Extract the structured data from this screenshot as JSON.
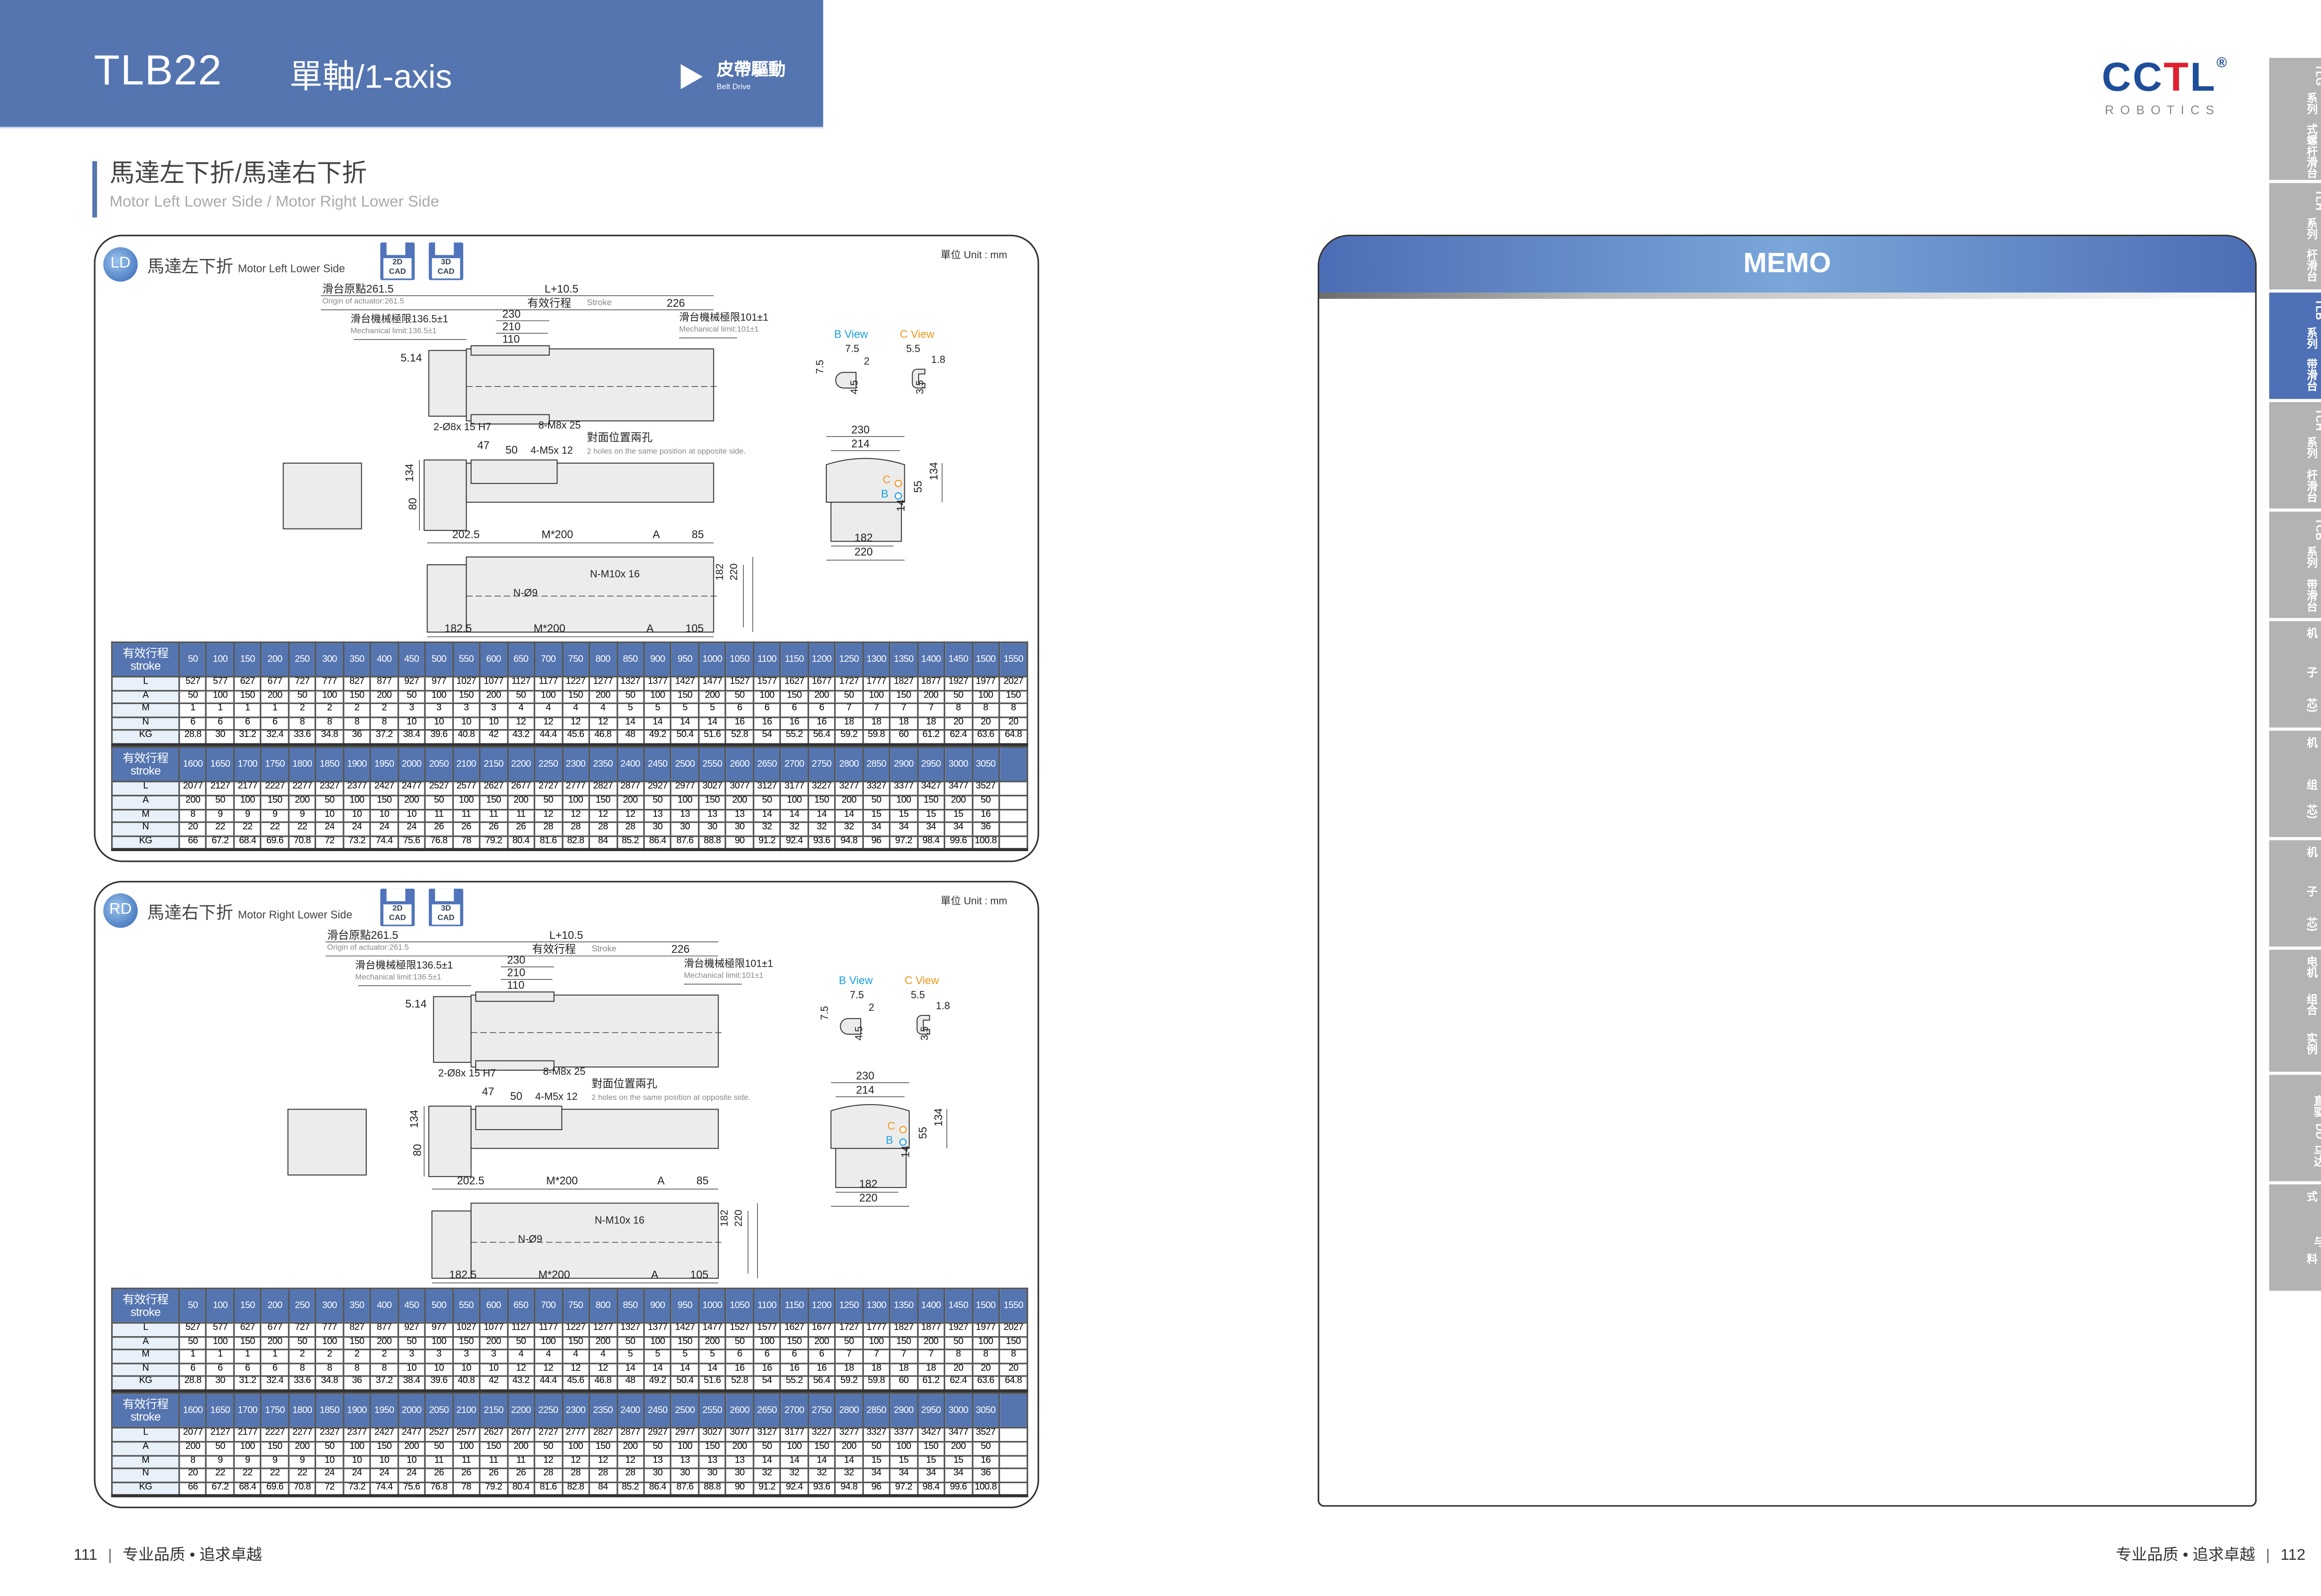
{
  "header": {
    "model": "TLB22",
    "axis": "單軸/1-axis",
    "drive_cn": "皮帶驅動",
    "drive_en": "Belt Drive"
  },
  "section": {
    "title": "馬達左下折/馬達右下折",
    "subtitle": "Motor Left Lower Side / Motor Right Lower Side"
  },
  "panels": [
    {
      "badge": "LD",
      "title_cn": "馬達左下折",
      "title_en": "Motor Left Lower Side"
    },
    {
      "badge": "RD",
      "title_cn": "馬達右下折",
      "title_en": "Motor Right Lower Side"
    }
  ],
  "cad_buttons": [
    {
      "line1": "2D",
      "line2": "CAD"
    },
    {
      "line1": "3D",
      "line2": "CAD"
    }
  ],
  "unit": "單位 Unit : mm",
  "drawing": {
    "labels": {
      "origin_cn": "滑台原點261.5",
      "origin_en": "Origin of actuator:261.5",
      "l_total": "L+10.5",
      "stroke_cn": "有效行程",
      "stroke_en": "Stroke",
      "d226": "226",
      "d230": "230",
      "d210": "210",
      "d110": "110",
      "mech_left_cn": "滑台機械極限136.5±1",
      "mech_left_en": "Mechanical limit:136.5±1",
      "mech_right_cn": "滑台機械極限101±1",
      "mech_right_en": "Mechanical limit:101±1",
      "d514": "5.14",
      "pin_holes": "2-Ø8x 15 H7",
      "tap_m8": "8-M8x 25",
      "opp_cn": "對面位置兩孔",
      "d47": "47",
      "d50": "50",
      "tap_m5": "4-M5x 12",
      "opp_en": "2 holes on the same position at opposite side.",
      "h134": "134",
      "h80": "80",
      "top_2025": "202.5",
      "top_m200": "M*200",
      "top_a": "A",
      "top_85": "85",
      "n_m10": "N-M10x 16",
      "n_d9": "N-Ø9",
      "w182": "182",
      "w220": "220",
      "bot_1825": "182.5",
      "bot_m200": "M*200",
      "bot_a": "A",
      "bot_105": "105",
      "b_view": "B View",
      "c_view": "C View",
      "b_75w": "7.5",
      "b_2": "2",
      "b_75h": "7.5",
      "b_45": "4.5",
      "c_55": "5.5",
      "c_18": "1.8",
      "c_35": "3.5",
      "e_230": "230",
      "e_214": "214",
      "e_134": "134",
      "e_55": "55",
      "e_14": "14",
      "e_182": "182",
      "e_220": "220",
      "e_c": "C",
      "e_b": "B"
    },
    "colors": {
      "b_view": "#1aa0e0",
      "c_view": "#f0961e"
    }
  },
  "spec_table": {
    "header_cn": "有效行程",
    "header_en": "stroke",
    "row_labels": [
      "L",
      "A",
      "M",
      "N",
      "KG"
    ],
    "blocks": [
      {
        "stroke": [
          50,
          100,
          150,
          200,
          250,
          300,
          350,
          400,
          450,
          500,
          550,
          600,
          650,
          700,
          750,
          800,
          850,
          900,
          950,
          1000,
          1050,
          1100,
          1150,
          1200,
          1250,
          1300,
          1350,
          1400,
          1450,
          1500,
          1550
        ],
        "L": [
          527,
          577,
          627,
          677,
          727,
          777,
          827,
          877,
          927,
          977,
          1027,
          1077,
          1127,
          1177,
          1227,
          1277,
          1327,
          1377,
          1427,
          1477,
          1527,
          1577,
          1627,
          1677,
          1727,
          1777,
          1827,
          1877,
          1927,
          1977,
          2027
        ],
        "A": [
          50,
          100,
          150,
          200,
          50,
          100,
          150,
          200,
          50,
          100,
          150,
          200,
          50,
          100,
          150,
          200,
          50,
          100,
          150,
          200,
          50,
          100,
          150,
          200,
          50,
          100,
          150,
          200,
          50,
          100,
          150
        ],
        "M": [
          1,
          1,
          1,
          1,
          2,
          2,
          2,
          2,
          3,
          3,
          3,
          3,
          4,
          4,
          4,
          4,
          5,
          5,
          5,
          5,
          6,
          6,
          6,
          6,
          7,
          7,
          7,
          7,
          8,
          8,
          8
        ],
        "N": [
          6,
          6,
          6,
          6,
          8,
          8,
          8,
          8,
          10,
          10,
          10,
          10,
          12,
          12,
          12,
          12,
          14,
          14,
          14,
          14,
          16,
          16,
          16,
          16,
          18,
          18,
          18,
          18,
          20,
          20,
          20
        ],
        "KG": [
          28.8,
          30,
          31.2,
          32.4,
          33.6,
          34.8,
          36,
          37.2,
          38.4,
          39.6,
          40.8,
          42,
          43.2,
          44.4,
          45.6,
          46.8,
          48,
          49.2,
          50.4,
          51.6,
          52.8,
          54,
          55.2,
          56.4,
          59.2,
          59.8,
          60,
          61.2,
          62.4,
          63.6,
          64.8
        ]
      },
      {
        "stroke": [
          1600,
          1650,
          1700,
          1750,
          1800,
          1850,
          1900,
          1950,
          2000,
          2050,
          2100,
          2150,
          2200,
          2250,
          2300,
          2350,
          2400,
          2450,
          2500,
          2550,
          2600,
          2650,
          2700,
          2750,
          2800,
          2850,
          2900,
          2950,
          3000,
          3050
        ],
        "L": [
          2077,
          2127,
          2177,
          2227,
          2277,
          2327,
          2377,
          2427,
          2477,
          2527,
          2577,
          2627,
          2677,
          2727,
          2777,
          2827,
          2877,
          2927,
          2977,
          3027,
          3077,
          3127,
          3177,
          3227,
          3277,
          3327,
          3377,
          3427,
          3477,
          3527
        ],
        "A": [
          200,
          50,
          100,
          150,
          200,
          50,
          100,
          150,
          200,
          50,
          100,
          150,
          200,
          50,
          100,
          150,
          200,
          50,
          100,
          150,
          200,
          50,
          100,
          150,
          200,
          50,
          100,
          150,
          200,
          50
        ],
        "M": [
          8,
          9,
          9,
          9,
          9,
          10,
          10,
          10,
          10,
          11,
          11,
          11,
          11,
          12,
          12,
          12,
          12,
          13,
          13,
          13,
          13,
          14,
          14,
          14,
          14,
          15,
          15,
          15,
          15,
          16
        ],
        "N": [
          20,
          22,
          22,
          22,
          22,
          24,
          24,
          24,
          24,
          26,
          26,
          26,
          26,
          28,
          28,
          28,
          28,
          30,
          30,
          30,
          30,
          32,
          32,
          32,
          32,
          34,
          34,
          34,
          34,
          36
        ],
        "KG": [
          66,
          67.2,
          68.4,
          69.6,
          70.8,
          72,
          73.2,
          74.4,
          75.6,
          76.8,
          78,
          79.2,
          80.4,
          81.6,
          82.8,
          84,
          85.2,
          86.4,
          87.6,
          88.8,
          90,
          91.2,
          92.4,
          93.6,
          94.8,
          96,
          97.2,
          98.4,
          99.6,
          100.8
        ]
      }
    ]
  },
  "memo": {
    "title": "MEMO"
  },
  "logo": {
    "c1": "CC",
    "t": "T",
    "l": "L",
    "reg": "®",
    "sub": "ROBOTICS",
    "colors": {
      "blue": "#1e4e9a",
      "red": "#e02030"
    }
  },
  "side_tabs": [
    {
      "lines": [
        "TLG",
        "模组系列",
        "一般/内嵌式螺杆滑台"
      ],
      "active": false
    },
    {
      "lines": [
        "TLH",
        "模组系列",
        "一般/螺杆滑台"
      ],
      "active": false
    },
    {
      "lines": [
        "TLB",
        "模组系列",
        "一般/皮带滑台"
      ],
      "active": true
    },
    {
      "lines": [
        "TCH",
        "模组系列",
        "无尘/螺杆滑台"
      ],
      "active": false
    },
    {
      "lines": [
        "TCB",
        "模组系列",
        "无尘/皮带滑台"
      ],
      "active": false
    },
    {
      "lines": [
        "直线电机",
        "动定子",
        "(有铁芯)"
      ],
      "active": false
    },
    {
      "lines": [
        "直线电机",
        "模组",
        "(有铁芯)"
      ],
      "active": false
    },
    {
      "lines": [
        "直线电机",
        "动定子",
        "(无铁芯)"
      ],
      "active": false
    },
    {
      "lines": [
        "直线电机",
        "智能组合",
        "平台与实例"
      ],
      "active": false
    },
    {
      "lines": [
        "直驱",
        "DD",
        "马达"
      ],
      "active": false
    },
    {
      "lines": [
        "组合样式",
        "与",
        "需求资料"
      ],
      "active": false
    }
  ],
  "footer": {
    "left_page": "111",
    "right_page": "112",
    "separator": "|",
    "slogan": "专业品质 • 追求卓越"
  }
}
